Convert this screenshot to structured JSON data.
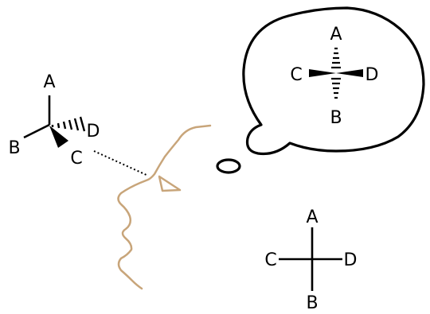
{
  "colors": {
    "ink": "#000000",
    "face": "#c8a57a",
    "background": "#ffffff"
  },
  "wedge_dash_molecule": {
    "labels": {
      "top": "A",
      "left": "B",
      "right": "D",
      "front": "C"
    }
  },
  "thought_bubble_projection": {
    "labels": {
      "top": "A",
      "bottom": "B",
      "left": "C",
      "right": "D"
    }
  },
  "fischer_projection": {
    "labels": {
      "top": "A",
      "bottom": "B",
      "left": "C",
      "right": "D"
    }
  },
  "icons": {
    "face": "face-profile-icon",
    "sight_line": "dotted-sight-line",
    "thought": "thought-bubble"
  }
}
